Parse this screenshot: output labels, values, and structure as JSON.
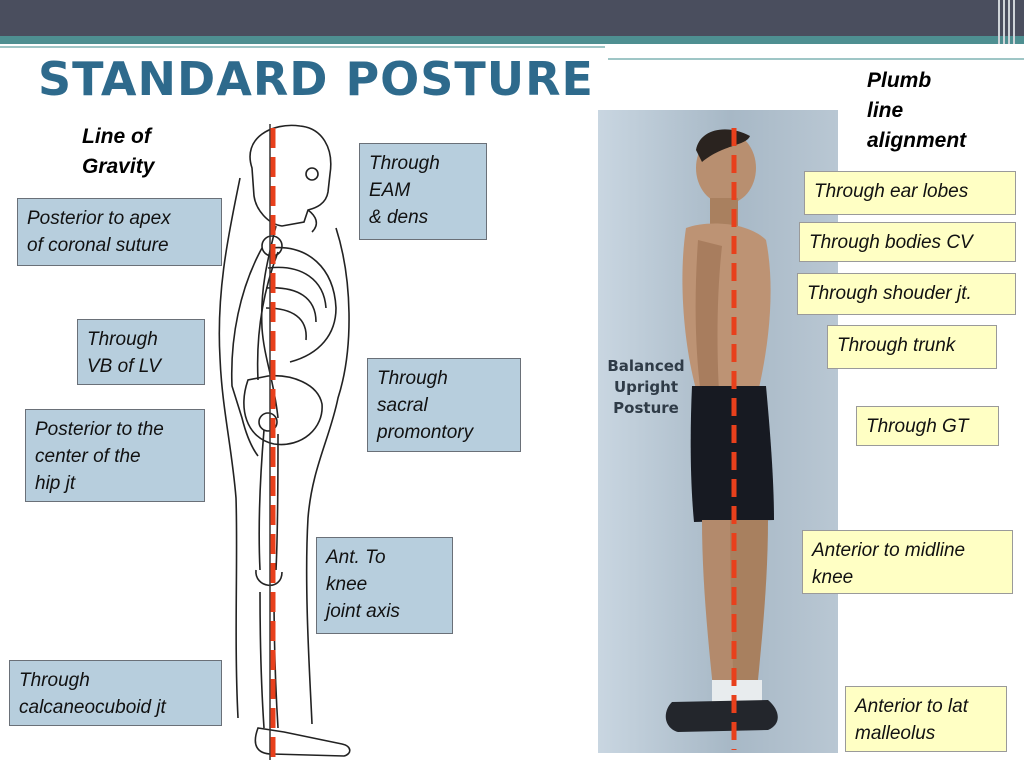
{
  "slide": {
    "title": "STANDARD POSTURE",
    "left_heading": "Line of\nGravity",
    "right_heading": "Plumb\nline\nalignment"
  },
  "left_labels": [
    "Posterior to apex\nof  coronal suture",
    "Through\nEAM\n& dens",
    "Through\nVB of LV",
    "Through\nsacral\npromontory",
    "Posterior to the\ncenter of the\nhip jt",
    "Ant. To\nknee\njoint axis",
    "Through\ncalcaneocuboid jt"
  ],
  "right_labels": [
    "Through ear lobes",
    "Through bodies CV",
    "Through shouder jt.",
    "Through trunk",
    "Through GT",
    "Anterior to midline\nknee",
    "Anterior to lat\nmalleolus"
  ],
  "photo": {
    "caption": "Balanced\nUpright\nPosture"
  },
  "colors": {
    "title": "#2e6a8c",
    "header_bar": "#4a4e5e",
    "header_stripe": "#4e8f91",
    "blue_box": "#b7cedd",
    "yellow_box": "#ffffc4",
    "gravity_line": "#e8401c"
  }
}
